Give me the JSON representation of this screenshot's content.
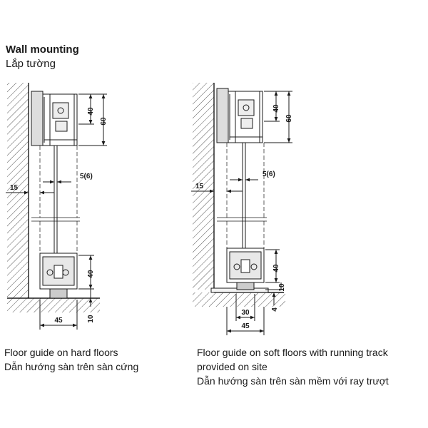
{
  "title": {
    "en": "Wall mounting",
    "vi": "Lắp tường"
  },
  "left_view": {
    "dims": {
      "d40_top": "40",
      "d60": "60",
      "d56": "5(6)",
      "d15": "15",
      "d40_bottom": "40",
      "d10": "10",
      "d45": "45"
    },
    "caption": {
      "en": "Floor guide on hard floors",
      "vi": "Dẫn hướng sàn trên sàn cứng"
    }
  },
  "right_view": {
    "dims": {
      "d40_top": "40",
      "d60": "60",
      "d56": "5(6)",
      "d15": "15",
      "d40_bottom": "40",
      "d10": "10",
      "d4": "4",
      "d30": "30",
      "d45": "45"
    },
    "caption": {
      "en_line1": "Floor guide on soft floors with running track",
      "en_line2": "provided on site",
      "vi": "Dẫn hướng sàn trên sàn mềm với ray trượt"
    }
  }
}
